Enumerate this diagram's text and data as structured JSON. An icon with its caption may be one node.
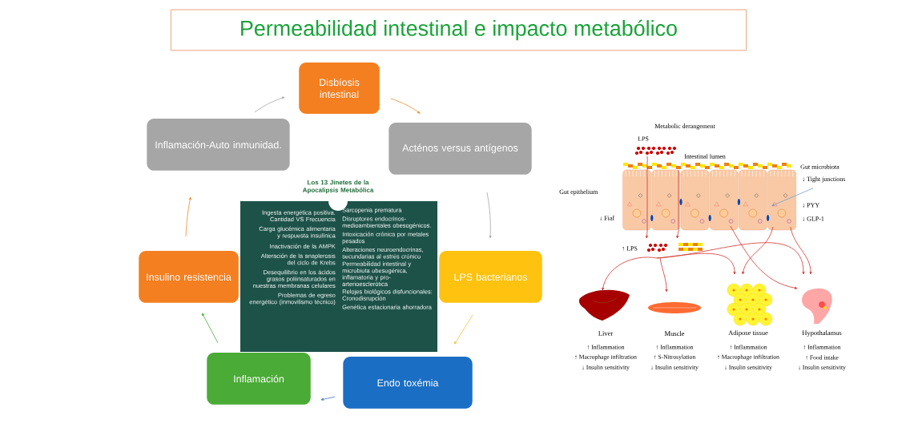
{
  "diagram": {
    "title": "Permeabilidad intestinal e impacto metabólico",
    "nodes": [
      {
        "text": [
          "Disbíosis intestinal"
        ]
      },
      {
        "text": [
          "Acténos versus antígenos"
        ]
      },
      {
        "text": [
          "LPS bacterianos"
        ]
      },
      {
        "text": [
          "Endo toxémia"
        ]
      },
      {
        "text": [
          "Inflamación"
        ]
      },
      {
        "text": [
          "Insulino resistencia"
        ]
      },
      {
        "text": [
          "Inflamación-Auto inmunidad."
        ]
      },
      {
        "text": [
          "Los 13 Jinetes de la Apocalipsis Metabólica",
          "Ingesta energética positiva. Cantidad VS Frecuencia",
          "Carga glucémica alimentaria y respuesta insulínica",
          "Inactivación de la AMPK",
          "Alteración de la anaplerosis del ciclo de Krebs",
          "Desequilibrio en los ácidos grasos poliinsaturados en nuestras membranas celulares",
          "Problemas de egreso energético (inmovilismo técnico)",
          "Sarcopenia prematura",
          "Disruptores endocrinos-medioambientales obesogénicos.",
          "Intoxicación crónica por metales pesados",
          "Alteraciones neuroendocrinas, secundarias al estrés crónico",
          "Permeabilidad intestinal y microbiota obesogénica, inflamatoria y pro-arterioesclerótica",
          "Relojes biológicos disfuncionales: Cronodisrupción",
          "Genética estacionaria ahorradora"
        ]
      },
      {
        "text": [
          "LPS"
        ]
      },
      {
        "text": [],
        "shape": "picture"
      },
      {
        "text": [
          "↑ LPS"
        ]
      },
      {
        "text": [
          "↓ Tight junctions"
        ]
      },
      {
        "text": [
          "Liver"
        ],
        "beside": [
          "↑ Inflammation",
          "↑ Macrophage infiltration",
          "↓ Insulin sensitivity"
        ]
      },
      {
        "text": [
          "Muscle"
        ],
        "beside": [
          "↑ Inflammation",
          "↑ S-Nitrosylation",
          "↓ Insulin sensitivity"
        ]
      },
      {
        "text": [
          "Adipose tissue"
        ],
        "beside": [
          "↑ Inflammation",
          "↑ Macrophage infiltration",
          "↓ Insulin sensitivity"
        ]
      },
      {
        "text": [
          "Hypothalamus"
        ],
        "beside": [
          "↑ Inflammation",
          "↑ Food intake",
          "↓ Insulin sensitivity"
        ]
      }
    ],
    "edges": [
      {
        "from": 6,
        "to": 0,
        "arrow": "to",
        "color": "#a6a6a6"
      },
      {
        "from": 0,
        "to": 1,
        "arrow": "to",
        "color": "#f08a24"
      },
      {
        "from": 1,
        "to": 2,
        "arrow": "to",
        "color": "#a6a6a6"
      },
      {
        "from": 2,
        "to": 3,
        "arrow": "to",
        "color": "#f2c12e"
      },
      {
        "from": 3,
        "to": 4,
        "arrow": "to",
        "color": "#3f73c4"
      },
      {
        "from": 4,
        "to": 5,
        "arrow": "to",
        "color": "#4aab36"
      },
      {
        "from": 5,
        "to": 6,
        "arrow": "to",
        "color": "#f08a24"
      },
      {
        "from": 8,
        "to": 9,
        "arrow": "none"
      },
      {
        "from": 9,
        "to": 10,
        "arrow": "to"
      },
      {
        "from": 9,
        "to": 10,
        "arrow": "to"
      },
      {
        "from": 10,
        "to": 12,
        "arrow": "to"
      },
      {
        "from": 10,
        "to": 13,
        "arrow": "to"
      },
      {
        "from": 10,
        "to": 14,
        "arrow": "to"
      },
      {
        "from": 10,
        "to": 15,
        "arrow": "to"
      },
      {
        "from": 9,
        "to": 14,
        "arrow": "to"
      },
      {
        "from": 9,
        "to": 15,
        "arrow": "to"
      },
      {
        "from": 9,
        "to": 15,
        "arrow": "to"
      },
      {
        "from": 11,
        "to": 9,
        "arrow": "to",
        "color": "#6fa0d8"
      }
    ],
    "labels": [
      "Metabolic derangement",
      "Intestinal lumen",
      "Gut microbiota",
      "Gut epithelium",
      "↓ Fiaf",
      "↓ PYY",
      "↓ GLP-1"
    ]
  }
}
